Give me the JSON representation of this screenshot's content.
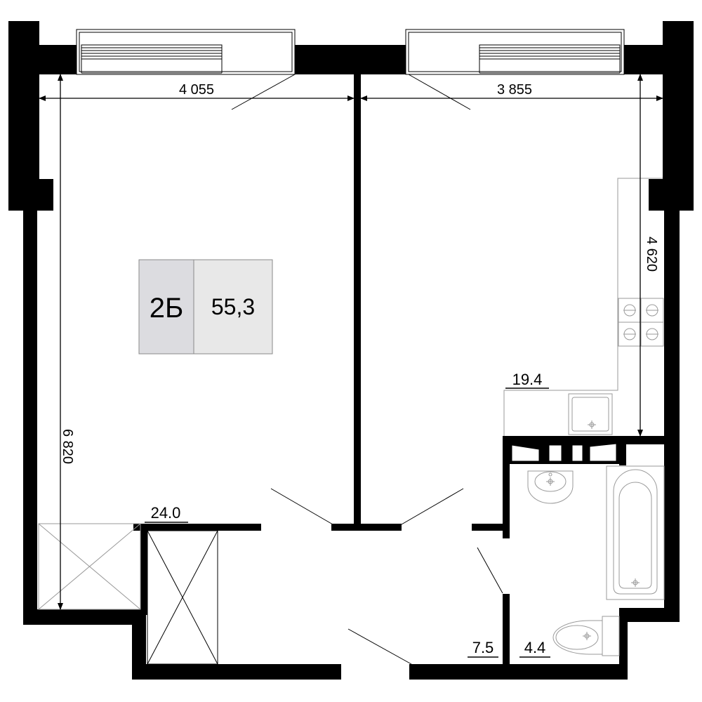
{
  "plan": {
    "unit_badge": {
      "type": "2Б",
      "area": "55,3"
    },
    "dimensions": {
      "top_left_width": "4 055",
      "top_right_width": "3 855",
      "right_height": "4 620",
      "left_height": "6 820"
    },
    "room_areas": {
      "living_room": "24.0",
      "kitchen_living": "19.4",
      "hallway": "7.5",
      "bathroom": "4.4"
    },
    "colors": {
      "wall": "#000000",
      "badge_left": "#dcdce0",
      "badge_right": "#e8e8e8",
      "fixture_line": "#9a9a9a"
    }
  }
}
